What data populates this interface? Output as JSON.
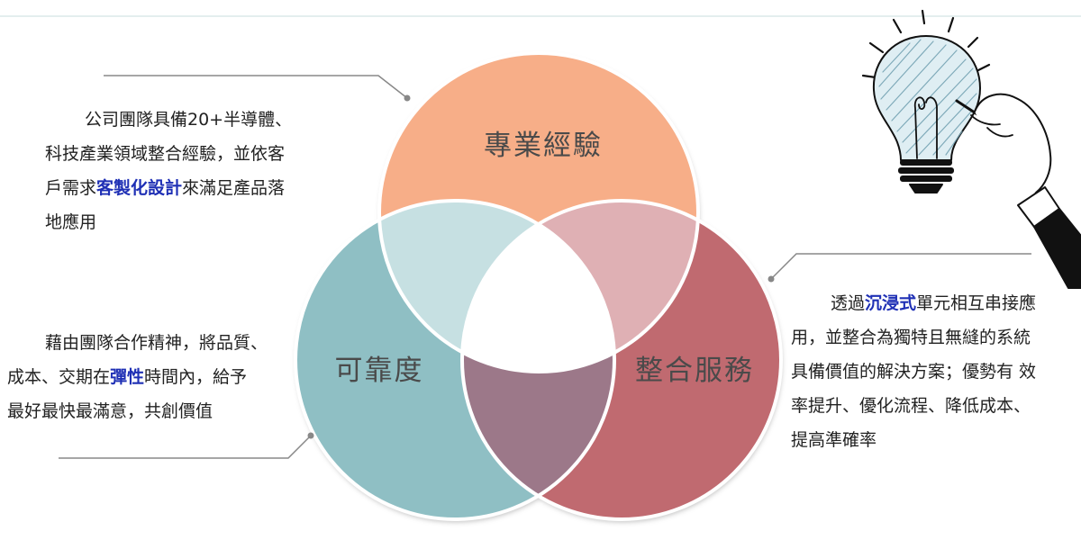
{
  "venn": {
    "circles": [
      {
        "name": "專業經驗",
        "color": "#f7ae88"
      },
      {
        "name": "可靠度",
        "color": "#8fbfc4"
      },
      {
        "name": "整合服務",
        "color": "#c06a6f"
      }
    ],
    "overlap_colors": {
      "expertise_reliability": "#c6e0e2",
      "expertise_integration": "#dfb0b4",
      "reliability_integration": "#9c7889",
      "center": "#ffffff"
    },
    "labels": {
      "top": "專業經驗",
      "left": "可靠度",
      "right": "整合服務"
    }
  },
  "texts": {
    "expertise": {
      "l1": "公司團隊具備20+半導體、",
      "l2": "科技產業領域整合經驗，並依客",
      "l3_pre": "戶需求",
      "l3_hl": "客製化設計",
      "l3_post": "來滿足產品落",
      "l4": "地應用"
    },
    "reliability": {
      "l1": "藉由團隊合作精神，將品質、",
      "l2_pre": "成本、交期在",
      "l2_hl": "彈性",
      "l2_post": "時間內，給予",
      "l3": "最好最快最滿意，共創價值"
    },
    "integration": {
      "l1_pre": "透過",
      "l1_hl": "沉浸式",
      "l1_post": "單元相互串接應",
      "l2": "用，並整合為獨特且無縫的系統",
      "l3": "具備價值的解決方案；優勢有 效",
      "l4": "率提升、優化流程、降低成本、",
      "l5": "提高準確率"
    }
  },
  "icon": "lightbulb-drawing-hand-icon",
  "highlight_color": "#1f30b5"
}
